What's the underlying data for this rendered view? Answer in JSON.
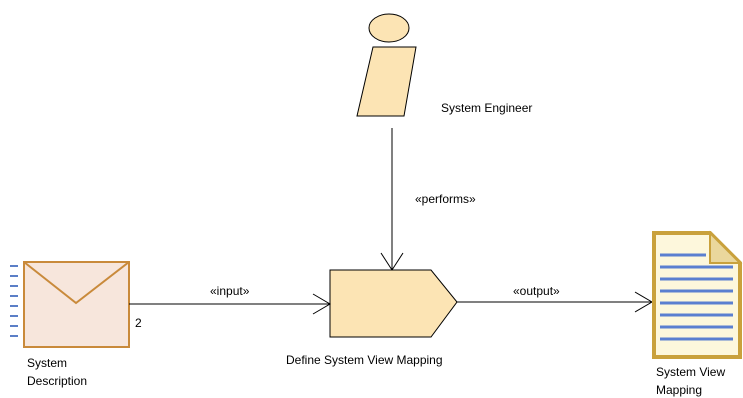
{
  "role": {
    "name": "System Engineer"
  },
  "task": {
    "name": "Define System View Mapping"
  },
  "input_artifact": {
    "name_line1": "System",
    "name_line2": "Description",
    "multiplicity": "2"
  },
  "output_artifact": {
    "name_line1": "System View",
    "name_line2": "Mapping"
  },
  "connectors": {
    "performs_label": "«performs»",
    "input_label": "«input»",
    "output_label": "«output»"
  },
  "colors": {
    "role_fill": "#fce4b4",
    "task_fill": "#fce4b4",
    "envelope_fill": "#f7e6dc",
    "envelope_stroke": "#c98a3b",
    "envelope_dashes": "#5b7fc7",
    "document_fill": "#fdf7dc",
    "document_border": "#c9a13c",
    "document_lines": "#5b7fd0",
    "line": "#000000"
  }
}
